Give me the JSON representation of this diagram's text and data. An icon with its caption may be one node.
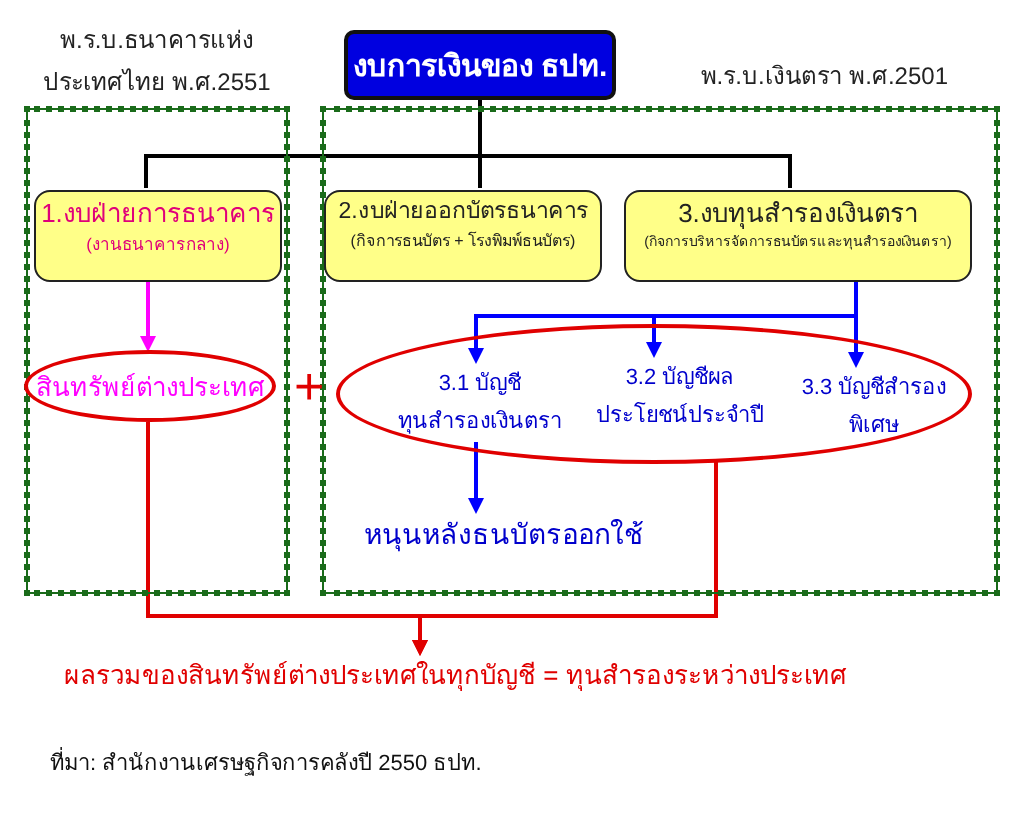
{
  "diagram": {
    "nodes": [
      {
        "text": [
          "พ.ร.บ.ธนาคารแห่งประเทศไทย พ.ศ.2551"
        ]
      },
      {
        "text": [
          "พ.ร.บ.เงินตรา พ.ศ.2501"
        ]
      },
      {
        "text": [
          "งบการเงินของ ธปท."
        ]
      },
      {
        "text": [
          "1.งบฝ่ายการธนาคาร",
          "(งานธนาคารกลาง)"
        ],
        "in": 0
      },
      {
        "text": [
          "2.งบฝ่ายออกบัตรธนาคาร",
          "(กิจการธนบัตร + โรงพิมพ์ธนบัตร)"
        ],
        "in": 1
      },
      {
        "text": [
          "3.งบทุนสำรองเงินตรา",
          "(กิจการบริหารจัดการธนบัตรและทุนสำรองเงินตรา)"
        ],
        "in": 1
      },
      {
        "text": [
          "สินทรัพย์ต่างประเทศ"
        ],
        "in": 0
      },
      {
        "text": [],
        "shape": "ellipse",
        "in": 1
      },
      {
        "text": [
          "3.1 บัญชีทุนสำรองเงินตรา"
        ],
        "in": 7
      },
      {
        "text": [
          "3.2 บัญชีผลประโยชน์ประจำปี"
        ],
        "in": 7
      },
      {
        "text": [
          "3.3 บัญชีสำรองพิเศษ"
        ],
        "in": 7
      },
      {
        "text": [
          "หนุนหลังธนบัตรออกใช้"
        ],
        "in": 1
      },
      {
        "text": [
          "ผลรวมของสินทรัพย์ต่างประเทศในทุกบัญชี = ทุนสำรองระหว่างประเทศ"
        ]
      }
    ],
    "edges": [
      {
        "from": 2,
        "to": 3,
        "arrow": "none",
        "color": "#000000"
      },
      {
        "from": 2,
        "to": 4,
        "arrow": "none",
        "color": "#000000"
      },
      {
        "from": 2,
        "to": 5,
        "arrow": "none",
        "color": "#000000"
      },
      {
        "from": 3,
        "to": 6,
        "arrow": "to",
        "color": "#ff00ff"
      },
      {
        "from": 5,
        "to": 8,
        "arrow": "to"
      },
      {
        "from": 5,
        "to": 9,
        "arrow": "to"
      },
      {
        "from": 5,
        "to": 10,
        "arrow": "to"
      },
      {
        "from": 8,
        "to": 11,
        "arrow": "to"
      },
      {
        "from": 6,
        "to": 12,
        "arrow": "to",
        "color": "#e00000"
      },
      {
        "from": 7,
        "to": 12,
        "arrow": "to",
        "color": "#e00000"
      }
    ],
    "labels": [
      "+",
      "ที่มา: สำนักงานเศรษฐกิจการคลังปี 2550 ธปท."
    ]
  }
}
